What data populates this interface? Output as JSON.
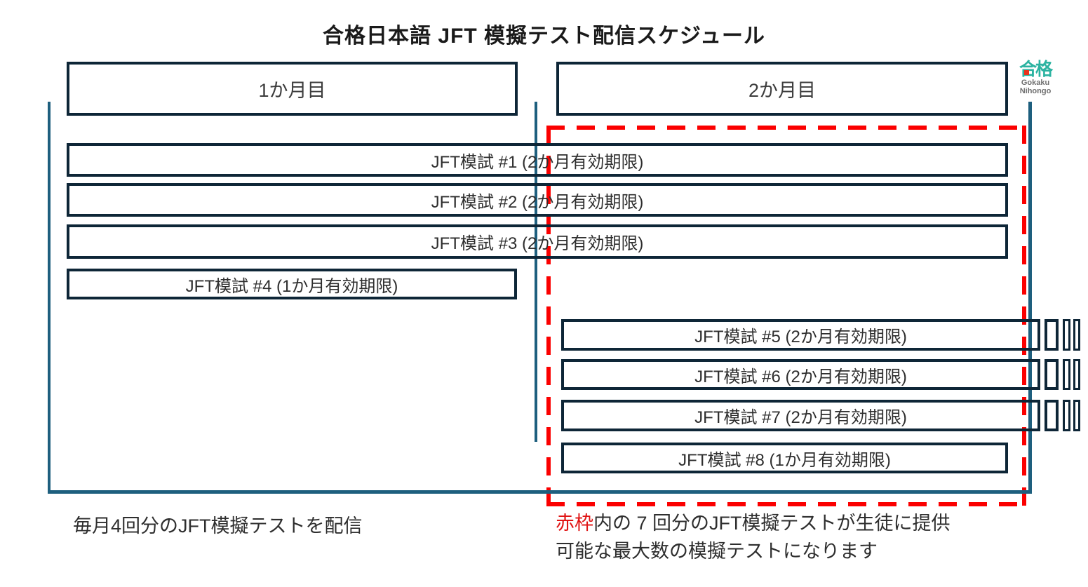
{
  "title": "合格日本語 JFT 模擬テスト配信スケジュール",
  "logo": {
    "mark": "合格",
    "name_line1": "Gokaku",
    "name_line2": "Nihongo"
  },
  "months": {
    "month1": "1か月目",
    "month2": "2か月目"
  },
  "bars": [
    {
      "id": 1,
      "label": "JFT模試 #1 (2か月有効期限)",
      "span": "month1-month2"
    },
    {
      "id": 2,
      "label": "JFT模試 #2 (2か月有効期限)",
      "span": "month1-month2"
    },
    {
      "id": 3,
      "label": "JFT模試 #3 (2か月有効期限)",
      "span": "month1-month2"
    },
    {
      "id": 4,
      "label": "JFT模試 #4 (1か月有効期限)",
      "span": "month1"
    },
    {
      "id": 5,
      "label": "JFT模試 #5 (2か月有効期限)",
      "span": "month2-beyond"
    },
    {
      "id": 6,
      "label": "JFT模試 #6 (2か月有効期限)",
      "span": "month2-beyond"
    },
    {
      "id": 7,
      "label": "JFT模試 #7 (2か月有効期限)",
      "span": "month2-beyond"
    },
    {
      "id": 8,
      "label": "JFT模試 #8 (1か月有効期限)",
      "span": "month2"
    }
  ],
  "captions": {
    "left": "毎月4回分のJFT模擬テストを配信",
    "right_highlight": "赤枠",
    "right_line1_rest": "内の 7 回分のJFT模擬テストが生徒に提供",
    "right_line2": "可能な最大数の模擬テストになります"
  },
  "colors": {
    "bar_border": "#0e2637",
    "axis_teal": "#1e5f7e",
    "highlight_red": "#fb0000",
    "caption_red": "#e01414",
    "logo_teal": "#2bb3a1",
    "logo_gray": "#6f6f6f"
  }
}
